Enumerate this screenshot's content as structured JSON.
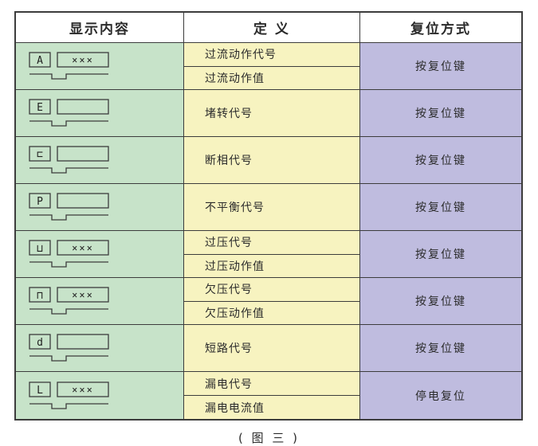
{
  "table": {
    "headers": [
      "显示内容",
      "定 义",
      "复位方式"
    ],
    "rows": [
      {
        "symbol": "A",
        "display_value": "×××",
        "definitions": [
          "过流动作代号",
          "过流动作值"
        ],
        "reset": "按复位键"
      },
      {
        "symbol": "E",
        "display_value": "",
        "definitions": [
          "堵转代号"
        ],
        "reset": "按复位键"
      },
      {
        "symbol": "⊏",
        "display_value": "",
        "definitions": [
          "断相代号"
        ],
        "reset": "按复位键"
      },
      {
        "symbol": "P",
        "display_value": "",
        "definitions": [
          "不平衡代号"
        ],
        "reset": "按复位键"
      },
      {
        "symbol": "⊔",
        "display_value": "×××",
        "definitions": [
          "过压代号",
          "过压动作值"
        ],
        "reset": "按复位键"
      },
      {
        "symbol": "⊓",
        "display_value": "×××",
        "definitions": [
          "欠压代号",
          "欠压动作值"
        ],
        "reset": "按复位键"
      },
      {
        "symbol": "d",
        "display_value": "",
        "definitions": [
          "短路代号"
        ],
        "reset": "按复位键"
      },
      {
        "symbol": "L",
        "display_value": "×××",
        "definitions": [
          "漏电代号",
          "漏电电流值"
        ],
        "reset": "停电复位"
      }
    ]
  },
  "caption": "( 图 三 )",
  "colors": {
    "display_col_bg": "#c7e3c9",
    "definition_col_bg": "#f7f3c0",
    "reset_col_bg": "#bfbcdf",
    "border": "#3c3c3c",
    "text": "#2b2b2b"
  }
}
